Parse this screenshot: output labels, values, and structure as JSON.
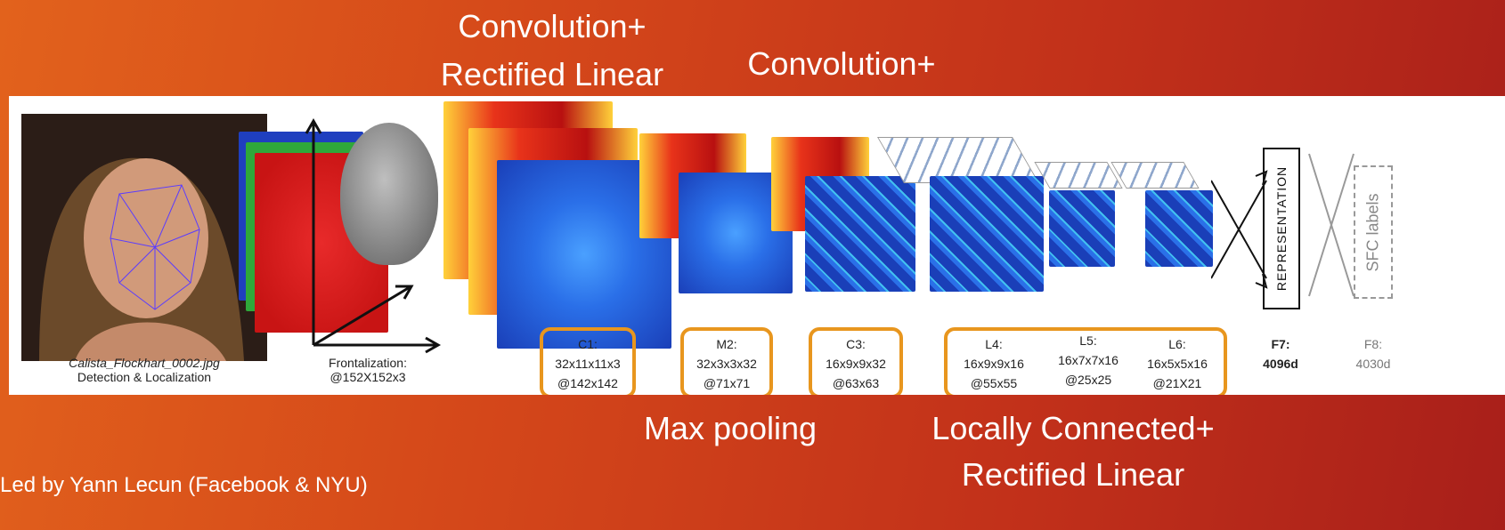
{
  "annotations": {
    "conv1_line1": "Convolution+",
    "conv1_line2": "Rectified Linear",
    "conv2_line1": "Convolution+",
    "maxpool": "Max pooling",
    "lc_line1": "Locally Connected+",
    "lc_line2": "Rectified Linear"
  },
  "footer": "Led by Yann Lecun (Facebook & NYU)",
  "diagram": {
    "input_caption_file": "Calista_Flockhart_0002.jpg",
    "input_caption_label": "Detection & Localization",
    "frontalization_label": "Frontalization:",
    "frontalization_dims": "@152X152x3",
    "layers": [
      {
        "name": "C1:",
        "dims": "32x11x11x3",
        "out": "@142x142"
      },
      {
        "name": "M2:",
        "dims": "32x3x3x32",
        "out": "@71x71"
      },
      {
        "name": "C3:",
        "dims": "16x9x9x32",
        "out": "@63x63"
      },
      {
        "name": "L4:",
        "dims": "16x9x9x16",
        "out": "@55x55"
      },
      {
        "name": "L5:",
        "dims": "16x7x7x16",
        "out": "@25x25"
      },
      {
        "name": "L6:",
        "dims": "16x5x5x16",
        "out": "@21X21"
      },
      {
        "name": "F7:",
        "dims": "4096d",
        "out": ""
      },
      {
        "name": "F8:",
        "dims": "4030d",
        "out": ""
      }
    ],
    "representation_label": "REPRESENTATION",
    "sfc_label": "SFC labels"
  },
  "colors": {
    "background": "#d4471a",
    "highlight_box": "#e8961e"
  }
}
